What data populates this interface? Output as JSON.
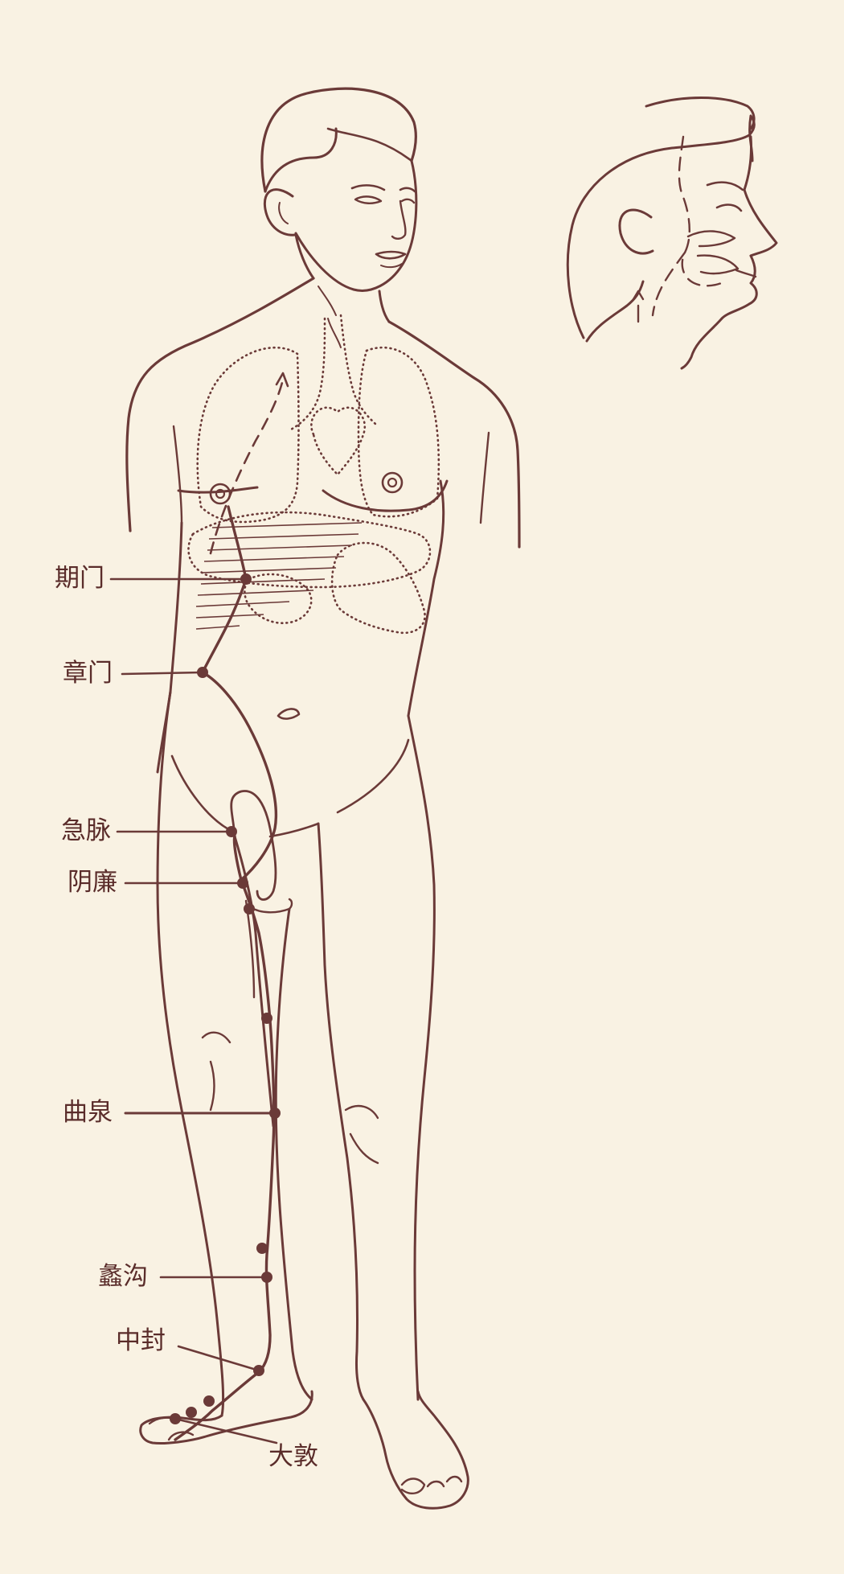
{
  "diagram": {
    "colors": {
      "background": "#f9f2e3",
      "ink": "#6b3a38",
      "label": "#5a2c2a"
    },
    "points": [
      {
        "id": "qimen",
        "label": "期门"
      },
      {
        "id": "zhangmen",
        "label": "章门"
      },
      {
        "id": "jimai",
        "label": "急脉"
      },
      {
        "id": "yinlian",
        "label": "阴廉"
      },
      {
        "id": "ququan",
        "label": "曲泉"
      },
      {
        "id": "ligou",
        "label": "蠡沟"
      },
      {
        "id": "zhongfeng",
        "label": "中封"
      },
      {
        "id": "dadun",
        "label": "大敦"
      }
    ]
  }
}
